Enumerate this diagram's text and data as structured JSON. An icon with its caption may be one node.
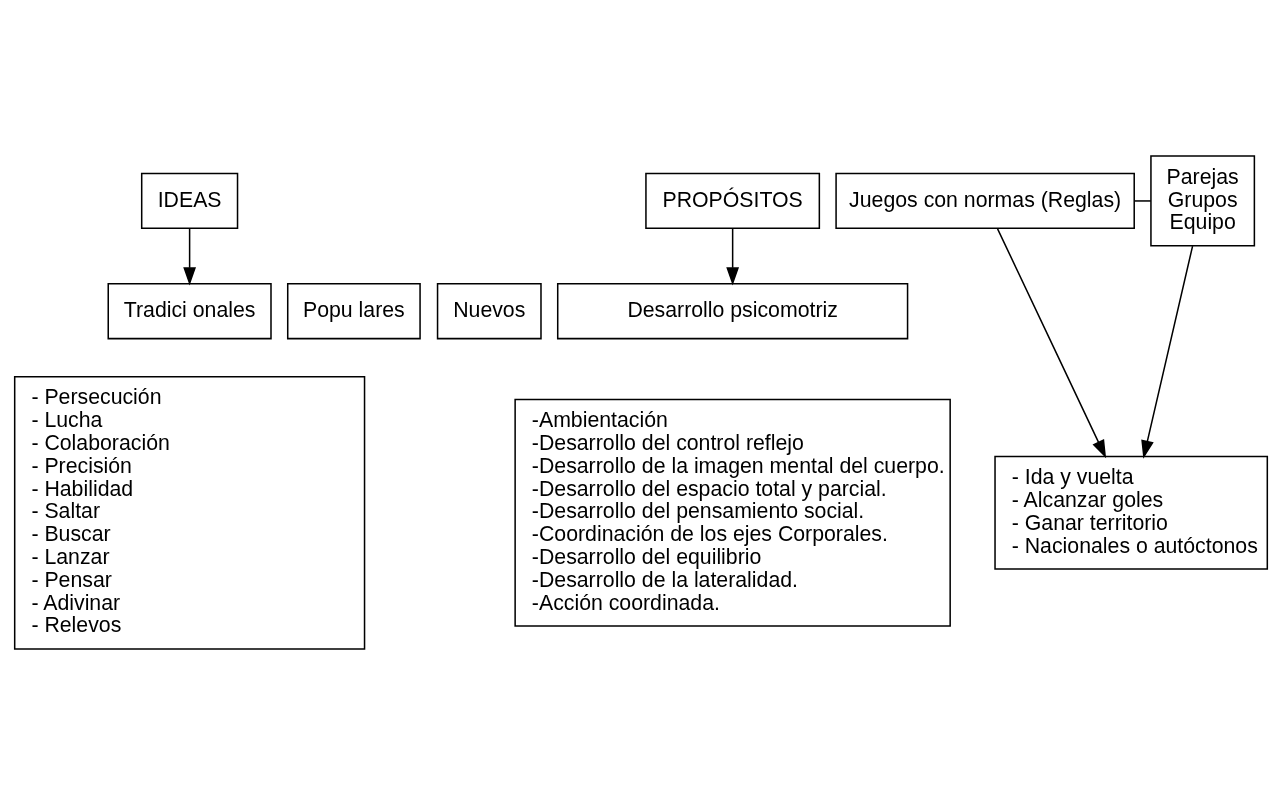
{
  "diagram": {
    "nodes": [
      {
        "text": [
          "IDEAS"
        ]
      },
      {
        "text": [
          "Popu lares"
        ]
      },
      {
        "text": [
          "Tradici onales"
        ]
      },
      {
        "text": [
          "Nuevos"
        ]
      },
      {
        "text": [
          "- Persecución",
          "- Lucha",
          "- Colaboración",
          "- Precisión",
          "- Habilidad",
          "- Saltar",
          "- Buscar",
          "- Lanzar",
          "- Pensar",
          "- Adivinar",
          "- Relevos"
        ]
      },
      {
        "text": [
          "PROPÓSITOS"
        ]
      },
      {
        "text": [
          "Desarrollo psicomotriz"
        ]
      },
      {
        "text": [
          "-Ambientación",
          "-Desarrollo del control reflejo",
          "-Desarrollo de la imagen mental del cuerpo.",
          "-Desarrollo del espacio total y parcial.",
          "-Desarrollo del pensamiento social.",
          "-Coordinación de los ejes Corporales.",
          "-Desarrollo del equilibrio",
          "-Desarrollo de la lateralidad.",
          "-Acción coordinada."
        ]
      },
      {
        "text": [
          "Juegos con normas (Reglas)"
        ]
      },
      {
        "text": [
          "Parejas",
          "Grupos",
          "Equipo"
        ]
      },
      {
        "text": [
          "- Ida y vuelta",
          "- Alcanzar goles",
          "- Ganar territorio",
          "- Nacionales o autóctonos"
        ]
      }
    ],
    "edges": [
      {
        "from": 0,
        "to": 2,
        "arrow": "to"
      },
      {
        "from": 5,
        "to": 6,
        "arrow": "to"
      },
      {
        "from": 8,
        "to": 9,
        "arrow": "none"
      },
      {
        "from": 8,
        "to": 10,
        "arrow": "to"
      },
      {
        "from": 9,
        "to": 10,
        "arrow": "to"
      }
    ]
  }
}
